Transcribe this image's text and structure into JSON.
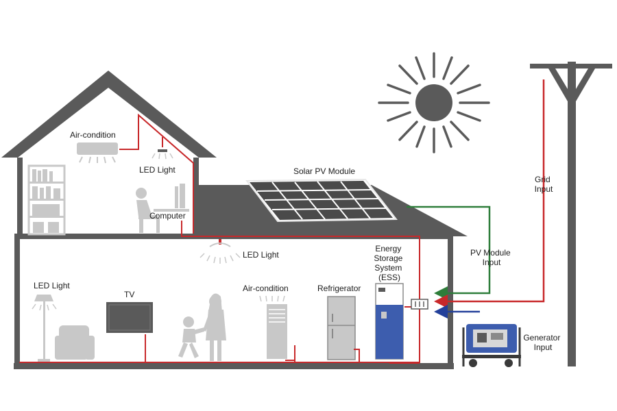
{
  "labels": {
    "upstairs_ac": "Air-condition",
    "upstairs_led": "LED Light",
    "computer": "Computer",
    "solar_pv": "Solar PV Module",
    "downstairs_led_center": "LED Light",
    "downstairs_led_left": "LED Light",
    "tv": "TV",
    "downstairs_ac": "Air-condition",
    "refrigerator": "Refrigerator",
    "ess": [
      "Energy",
      "Storage",
      "System",
      "(ESS)"
    ],
    "pv_input": [
      "PV Module",
      "Input"
    ],
    "grid_input": [
      "Grid",
      "Input"
    ],
    "generator_input": [
      "Generator",
      "Input"
    ]
  },
  "colors": {
    "house": "#5a5a5a",
    "appliance": "#c8c8c8",
    "ac_wiring": "#c8282a",
    "pv_line": "#2e7d3a",
    "generator_line": "#23409a",
    "sun": "#5a5a5a"
  },
  "icons": {
    "sun": "sun-icon",
    "pole": "utility-pole-icon",
    "generator": "generator-icon",
    "ess": "ess-cabinet-icon"
  }
}
